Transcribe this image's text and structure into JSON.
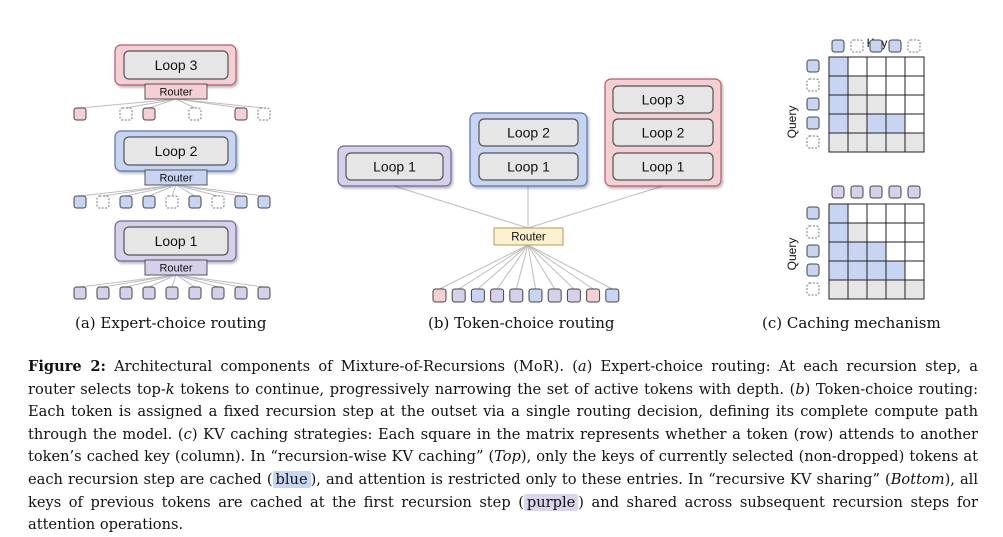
{
  "colors": {
    "pink_fill": "#f4cfd3",
    "pink_stroke": "#b65a68",
    "blue_fill": "#c7d5f2",
    "blue_stroke": "#5a73b4",
    "purple_fill": "#d7d0ea",
    "purple_stroke": "#6f6396",
    "gray_fill": "#e6e6e6",
    "router_yellow": "#fbf1d0",
    "router_yellow_stroke": "#b39a53",
    "line": "#b8b8b8"
  },
  "panel_a": {
    "caption": "(a) Expert-choice routing",
    "loop3": "Loop 3",
    "loop2": "Loop 2",
    "loop1": "Loop 1",
    "router": "Router"
  },
  "panel_b": {
    "caption": "(b) Token-choice routing",
    "loop1": "Loop 1",
    "loop2": "Loop 2",
    "loop3": "Loop 3",
    "router": "Router"
  },
  "panel_c": {
    "caption": "(c) Caching mechanism",
    "key_label": "Key",
    "query_label": "Query"
  },
  "caption": {
    "label": "Figure 2:",
    "t1": " Architectural components of Mixture-of-Recursions (MoR). (",
    "a": "a",
    "t2": ") Expert-choice routing: At each recursion step, a router selects top-",
    "k": "k",
    "t3": " tokens to continue, progressively narrowing the set of active tokens with depth. (",
    "b": "b",
    "t4": ") Token-choice routing: Each token is assigned a fixed recursion step at the outset via a single routing decision, defining its complete compute path through the model. (",
    "c": "c",
    "t5": ") KV caching strategies: Each square in the matrix represents whether a token (row) attends to another token’s cached key (column). In “recursion-wise KV caching” (",
    "top": "Top",
    "t6": "), only the keys of currently selected (non-dropped) tokens at each recursion step are cached (",
    "blue": "blue",
    "t7": "), and attention is restricted only to these entries. In “recursive KV sharing” (",
    "bottom": "Bottom",
    "t8": "), all keys of previous tokens are cached at the first recursion step (",
    "purple": "purple",
    "t9": ") and shared across subsequent recursion steps for attention operations."
  }
}
